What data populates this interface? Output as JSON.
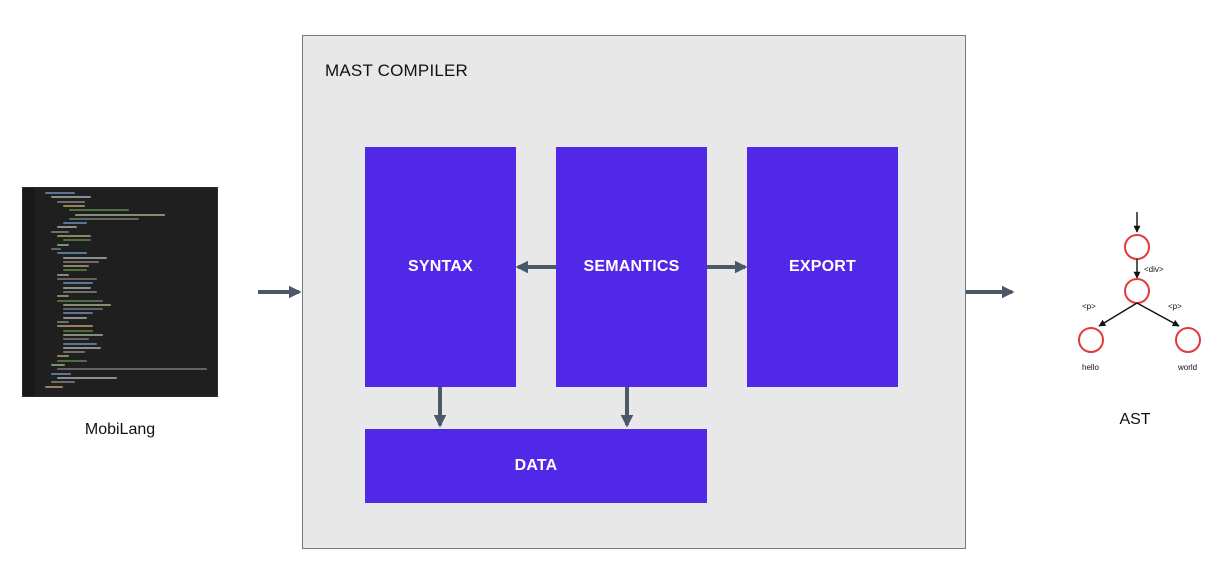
{
  "left_node": {
    "label": "MobiLang"
  },
  "compiler": {
    "title": "MAST COMPILER",
    "blocks": {
      "syntax": "SYNTAX",
      "semantics": "SEMANTICS",
      "export": "EXPORT",
      "data": "DATA"
    }
  },
  "right_node": {
    "label": "AST",
    "tree": {
      "root_tag": "<div>",
      "left_child_tag": "<p>",
      "right_child_tag": "<p>",
      "left_leaf_text": "hello",
      "right_leaf_text": "world"
    }
  },
  "colors": {
    "block_fill": "#5228e8",
    "arrow": "#4a5868",
    "panel_fill": "#e8e8e8",
    "tree_node_stroke": "#e23a3a"
  }
}
